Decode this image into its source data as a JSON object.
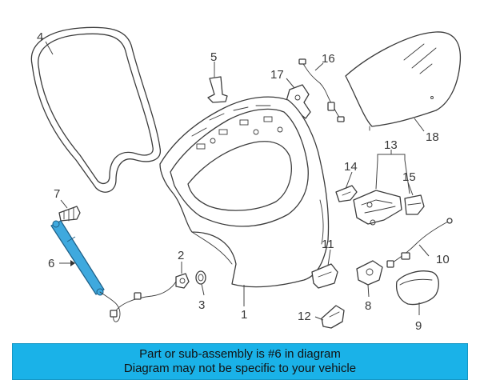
{
  "colors": {
    "banner_bg": "#1ab2e8",
    "highlight_part": "#3fa9de",
    "line": "#3c3c3c"
  },
  "callouts": {
    "c1": "1",
    "c2": "2",
    "c3": "3",
    "c4": "4",
    "c5": "5",
    "c6": "6",
    "c7": "7",
    "c8": "8",
    "c9": "9",
    "c10": "10",
    "c11": "11",
    "c12": "12",
    "c13": "13",
    "c14": "14",
    "c15": "15",
    "c16": "16",
    "c17": "17",
    "c18": "18"
  },
  "banner": {
    "line1": "Part or sub-assembly is #6 in diagram",
    "line2": "Diagram may not be specific to your vehicle"
  }
}
